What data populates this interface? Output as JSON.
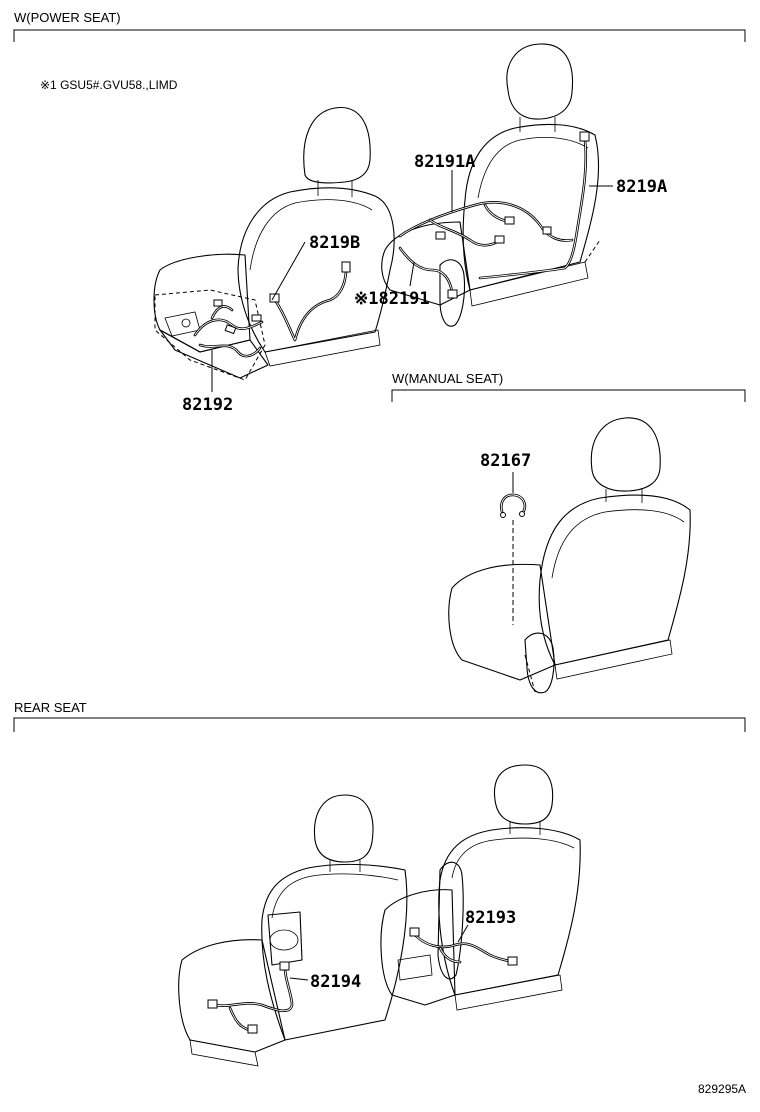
{
  "sections": {
    "power_seat": "W(POWER SEAT)",
    "manual_seat": "W(MANUAL SEAT)",
    "rear_seat": "REAR SEAT"
  },
  "note": "※1 GSU5#.GVU58.,LIMD",
  "parts": {
    "p82191A": "82191A",
    "p8219A": "8219A",
    "p8219B": "8219B",
    "p82191": "※182191",
    "p82192": "82192",
    "p82167": "82167",
    "p82193": "82193",
    "p82194": "82194"
  },
  "diagram_code": "829295A"
}
